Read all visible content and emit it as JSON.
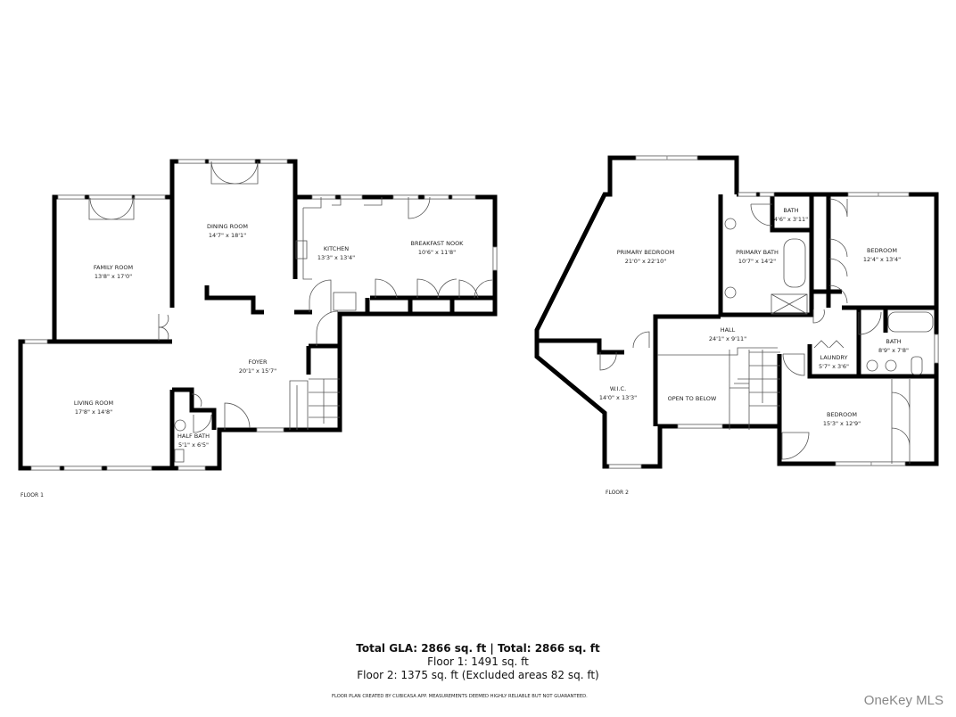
{
  "floor1": {
    "label": "FLOOR 1",
    "rooms": [
      {
        "name": "FAMILY ROOM",
        "dims": "13'8\" x 17'0\""
      },
      {
        "name": "DINING ROOM",
        "dims": "14'7\" x 18'1\""
      },
      {
        "name": "KITCHEN",
        "dims": "13'3\" x 13'4\""
      },
      {
        "name": "BREAKFAST NOOK",
        "dims": "10'6\" x 11'8\""
      },
      {
        "name": "FOYER",
        "dims": "20'1\" x 15'7\""
      },
      {
        "name": "LIVING ROOM",
        "dims": "17'8\" x 14'8\""
      },
      {
        "name": "HALF BATH",
        "dims": "5'1\" x 6'5\""
      }
    ]
  },
  "floor2": {
    "label": "FLOOR 2",
    "rooms": [
      {
        "name": "PRIMARY BEDROOM",
        "dims": "21'0\" x 22'10\""
      },
      {
        "name": "BATH",
        "dims": "4'6\" x 3'11\""
      },
      {
        "name": "PRIMARY BATH",
        "dims": "10'7\" x 14'2\""
      },
      {
        "name": "BEDROOM",
        "dims": "12'4\" x 13'4\""
      },
      {
        "name": "HALL",
        "dims": "24'1\" x 9'11\""
      },
      {
        "name": "BATH",
        "dims": "8'9\" x 7'8\""
      },
      {
        "name": "LAUNDRY",
        "dims": "5'7\" x 3'6\""
      },
      {
        "name": "W.I.C.",
        "dims": "14'0\" x 13'3\""
      },
      {
        "name": "OPEN TO BELOW",
        "dims": ""
      },
      {
        "name": "BEDROOM",
        "dims": "15'3\" x 12'9\""
      }
    ]
  },
  "summary": {
    "total": "Total GLA: 2866 sq. ft | Total: 2866 sq. ft",
    "floor1": "Floor 1: 1491 sq. ft",
    "floor2": "Floor 2: 1375 sq. ft (Excluded areas 82 sq. ft)"
  },
  "disclaimer": "FLOOR PLAN CREATED BY CUBICASA APP. MEASUREMENTS DEEMED HIGHLY RELIABLE BUT NOT GUARANTEED.",
  "brand": "OneKey MLS"
}
